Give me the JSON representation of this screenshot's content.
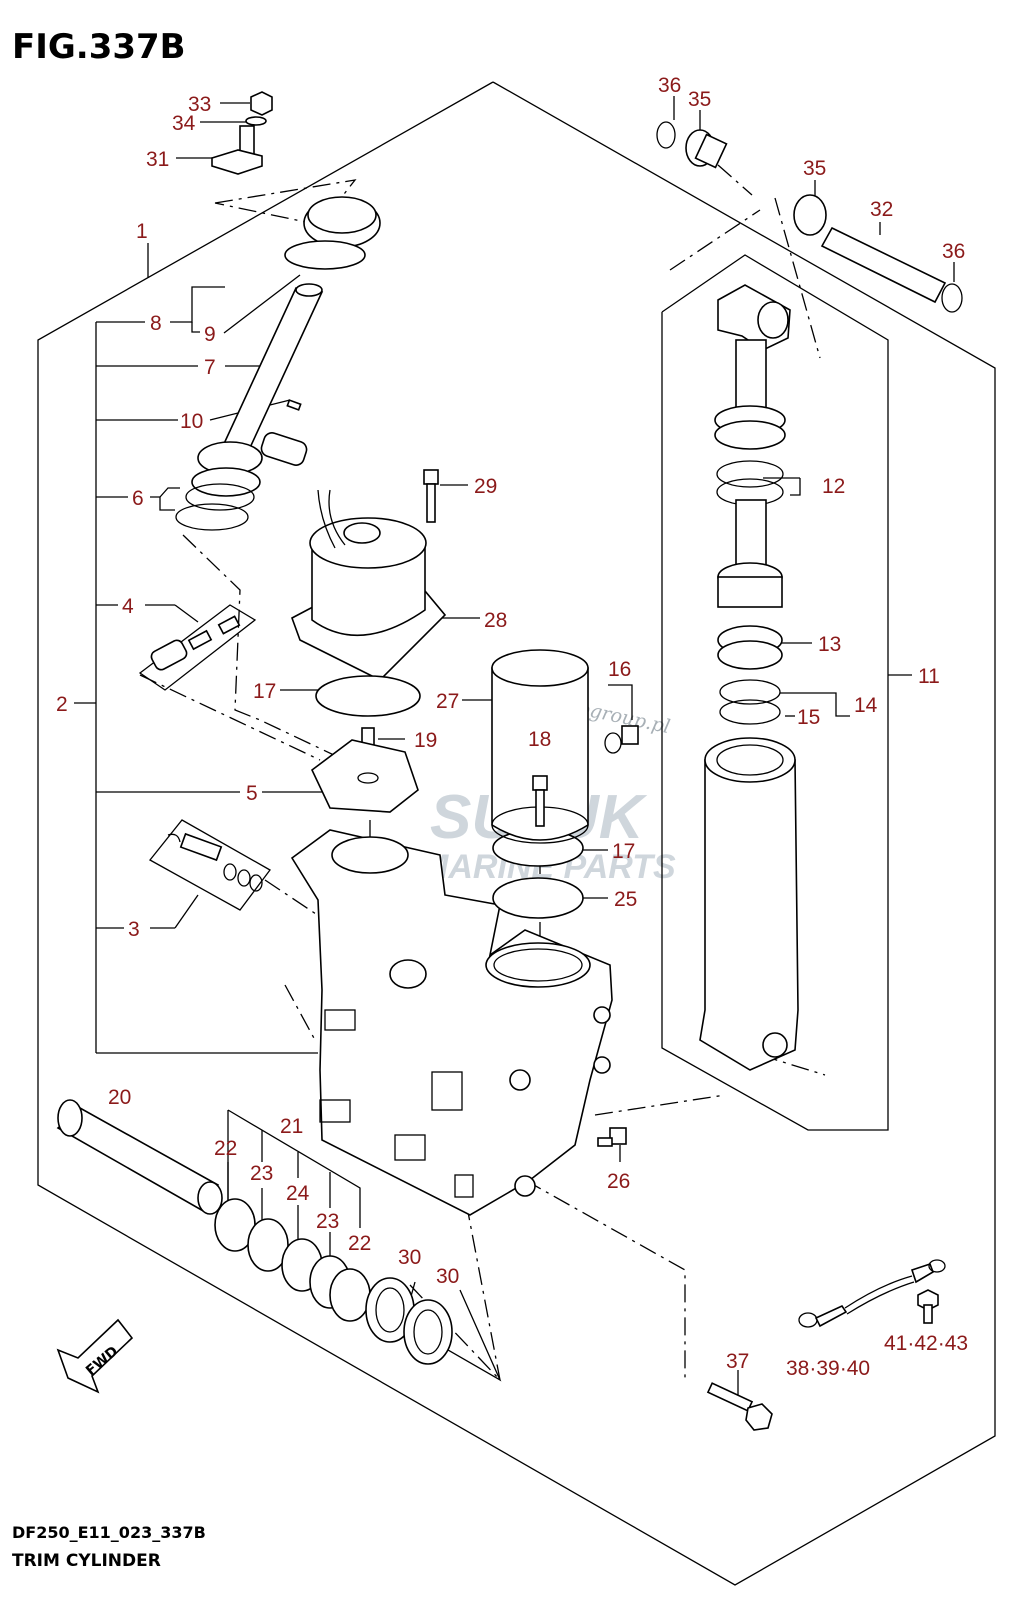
{
  "figure": {
    "title": "FIG.337B",
    "code": "DF250_E11_023_337B",
    "subtitle": "TRIM CYLINDER",
    "fwd_label": "FWD",
    "watermark_brand": "SUZUK",
    "watermark_sub": "MARINE PARTS",
    "watermark_script": "Motogroup.pl"
  },
  "callouts": {
    "c1": "1",
    "c2": "2",
    "c3": "3",
    "c4": "4",
    "c5": "5",
    "c6": "6",
    "c7": "7",
    "c8": "8",
    "c9": "9",
    "c10": "10",
    "c11": "11",
    "c12": "12",
    "c13": "13",
    "c14": "14",
    "c15": "15",
    "c16": "16",
    "c17a": "17",
    "c17b": "17",
    "c18": "18",
    "c19": "19",
    "c20": "20",
    "c21": "21",
    "c22a": "22",
    "c22b": "22",
    "c23a": "23",
    "c23b": "23",
    "c24": "24",
    "c25": "25",
    "c26": "26",
    "c27": "27",
    "c28": "28",
    "c29": "29",
    "c30a": "30",
    "c30b": "30",
    "c31": "31",
    "c32": "32",
    "c33": "33",
    "c34": "34",
    "c35a": "35",
    "c35b": "35",
    "c36a": "36",
    "c36b": "36",
    "c37": "37",
    "c38": "38·39·40",
    "c41": "41·42·43"
  },
  "colors": {
    "callout": "#8b1a1a",
    "lines": "#000000",
    "watermark": "#cfd6dc"
  }
}
